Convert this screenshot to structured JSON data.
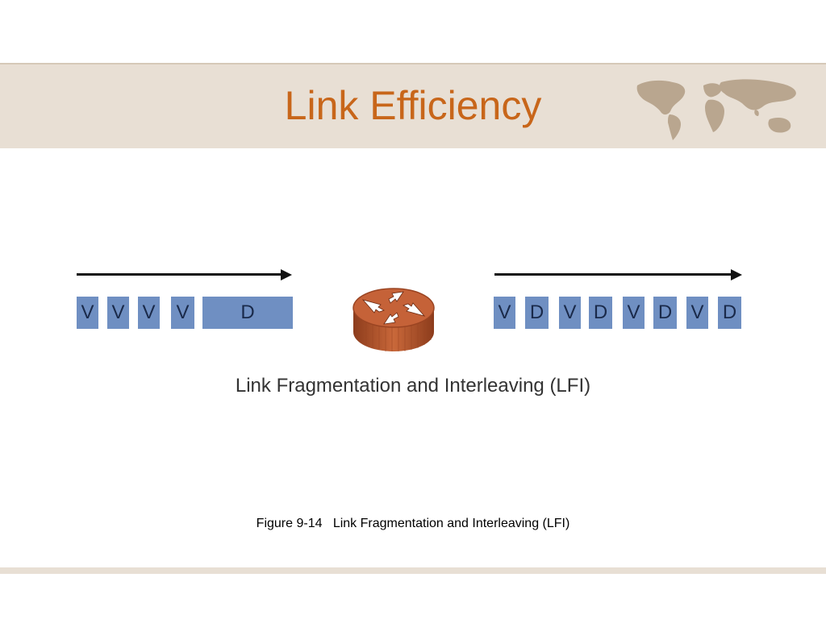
{
  "slide": {
    "title": "Link Efficiency",
    "diagram_caption": "Link Fragmentation and Interleaving (LFI)",
    "figure_caption": "Figure 9-14   Link Fragmentation and Interleaving (LFI)"
  },
  "input_stream": [
    "V",
    "V",
    "V",
    "V",
    "D"
  ],
  "output_stream": [
    "V",
    "D",
    "V",
    "D",
    "V",
    "D",
    "V",
    "D"
  ],
  "colors": {
    "title": "#c8661a",
    "band": "#e8dfd4",
    "packet": "#6f8fc2",
    "router": "#b5552a"
  },
  "icons": {
    "router": "router-icon",
    "map": "world-map-icon"
  }
}
